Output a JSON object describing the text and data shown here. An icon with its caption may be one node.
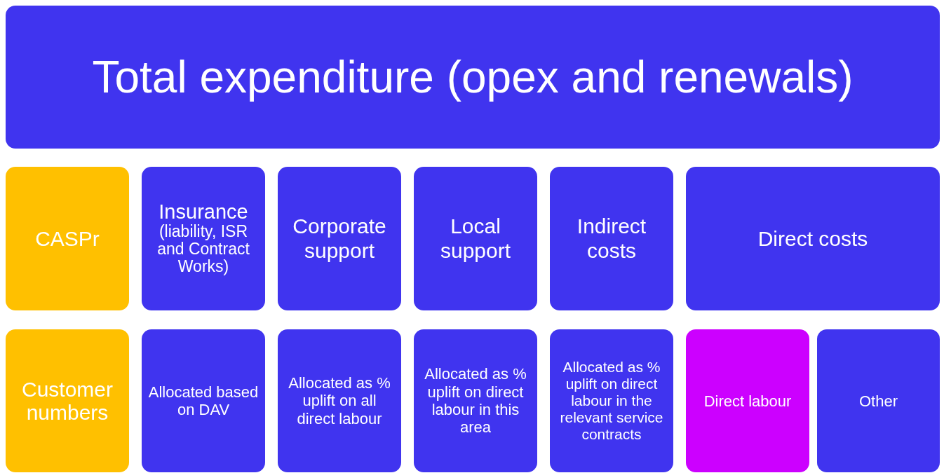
{
  "diagram": {
    "nodes": [
      {
        "text": [
          "Total expenditure (opex and renewals)"
        ]
      },
      {
        "text": [
          "CASPr"
        ]
      },
      {
        "text": [
          "Insurance",
          "(liability, ISR and Contract Works)"
        ]
      },
      {
        "text": [
          "Corporate support"
        ]
      },
      {
        "text": [
          "Local support"
        ]
      },
      {
        "text": [
          "Indirect costs"
        ]
      },
      {
        "text": [
          "Direct costs"
        ]
      },
      {
        "text": [
          "Customer numbers"
        ]
      },
      {
        "text": [
          "Allocated based on DAV"
        ]
      },
      {
        "text": [
          "Allocated as % uplift on all direct labour"
        ]
      },
      {
        "text": [
          "Allocated as % uplift on direct labour in this area"
        ]
      },
      {
        "text": [
          "Allocated as % uplift on direct labour in the relevant service contracts"
        ]
      },
      {
        "text": [
          "Direct labour"
        ]
      },
      {
        "text": [
          "Other"
        ]
      }
    ]
  }
}
